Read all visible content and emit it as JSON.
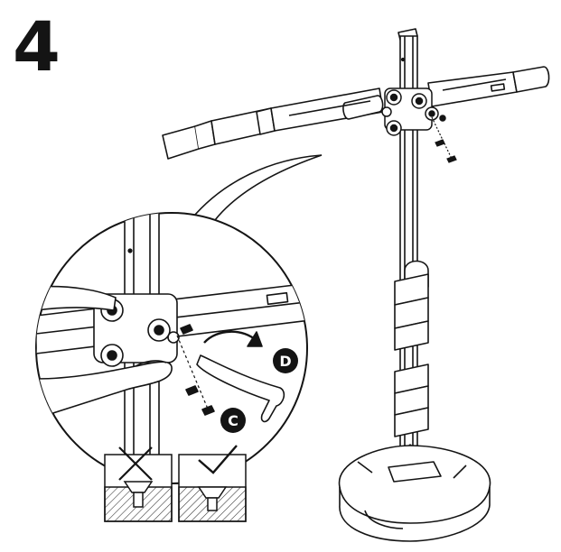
{
  "step": {
    "number": "4"
  },
  "callouts": [
    {
      "id": "D",
      "label": "D"
    },
    {
      "id": "C",
      "label": "C"
    }
  ],
  "panels": [
    {
      "id": "incorrect",
      "mark": "cross"
    },
    {
      "id": "correct",
      "mark": "check"
    }
  ],
  "colors": {
    "ink": "#141414",
    "fill": "#ffffff",
    "hatch": "#333333"
  },
  "icons": [
    "cross-mark-icon",
    "check-mark-icon",
    "rotate-arrow-icon"
  ]
}
